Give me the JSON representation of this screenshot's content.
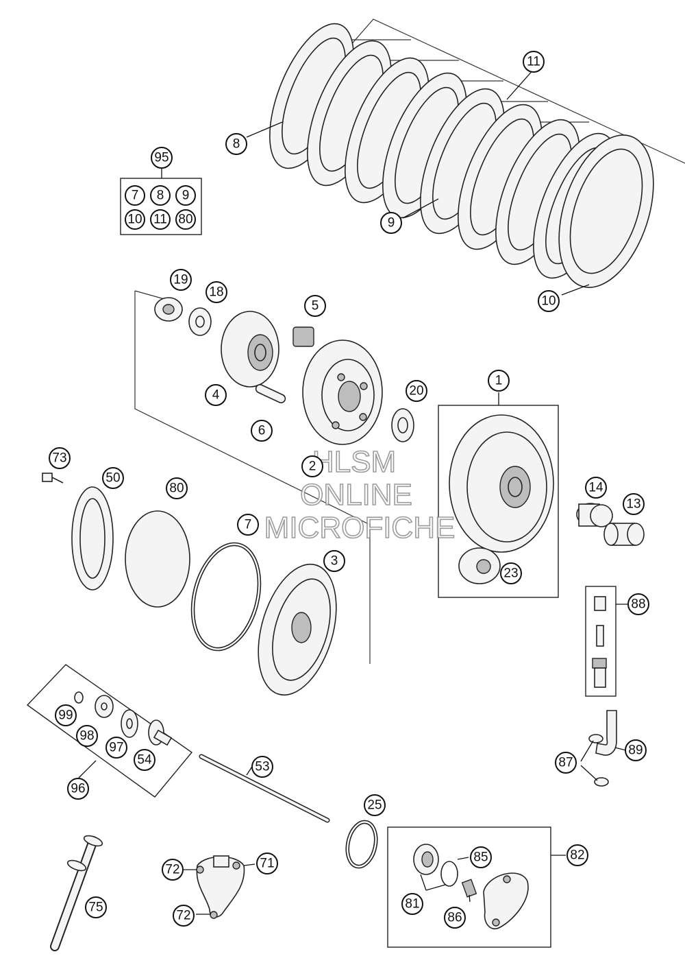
{
  "watermark": {
    "line1": "HLSM",
    "line2": "ONLINE",
    "line3": "MICROFICHE"
  },
  "callouts": {
    "c1": "1",
    "c2": "2",
    "c3": "3",
    "c4": "4",
    "c5": "5",
    "c6": "6",
    "c7": "7",
    "c8": "8",
    "c9": "9",
    "c10": "10",
    "c11": "11",
    "c13": "13",
    "c14": "14",
    "c18": "18",
    "c19": "19",
    "c20": "20",
    "c23": "23",
    "c25": "25",
    "c50": "50",
    "c53": "53",
    "c54": "54",
    "c71": "71",
    "c72a": "72",
    "c72b": "72",
    "c73": "73",
    "c75": "75",
    "c80": "80",
    "c81": "81",
    "c82": "82",
    "c85": "85",
    "c86": "86",
    "c87": "87",
    "c88": "88",
    "c89": "89",
    "c95": "95",
    "c96": "96",
    "c97": "97",
    "c98": "98",
    "c99": "99"
  },
  "kit95": {
    "k7": "7",
    "k8": "8",
    "k9": "9",
    "k10": "10",
    "k11": "11",
    "k80": "80"
  }
}
